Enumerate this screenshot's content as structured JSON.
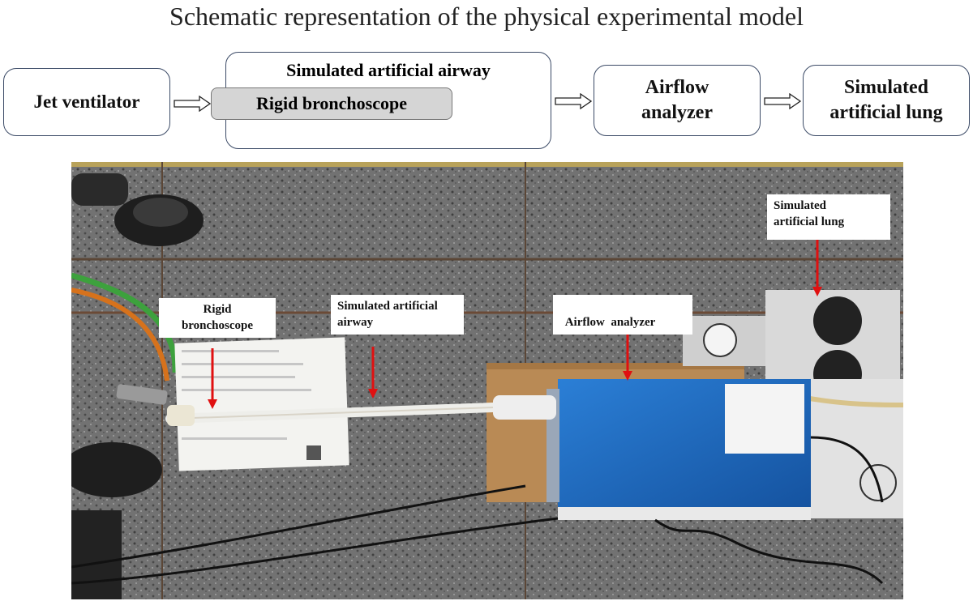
{
  "title": "Schematic representation of the physical experimental model",
  "flow": {
    "jet_ventilator": "Jet ventilator",
    "simulated_airway": "Simulated artificial airway",
    "rigid_bronchoscope": "Rigid bronchoscope",
    "airflow_analyzer": "Airflow analyzer",
    "simulated_lung": "Simulated artificial lung"
  },
  "photo_labels": {
    "rigid_bronchoscope": "Rigid bronchoscope",
    "simulated_airway": "Simulated artificial airway",
    "airflow_analyzer": "Airflow  analyzer",
    "simulated_lung": "Simulated artificial lung"
  },
  "colors": {
    "box_border": "#3b4a66",
    "inner_box_fill": "#d5d5d5",
    "annotation_arrow": "#e01010",
    "analyzer_blue": "#1f6fc4",
    "floor": "#6f6f6f"
  }
}
